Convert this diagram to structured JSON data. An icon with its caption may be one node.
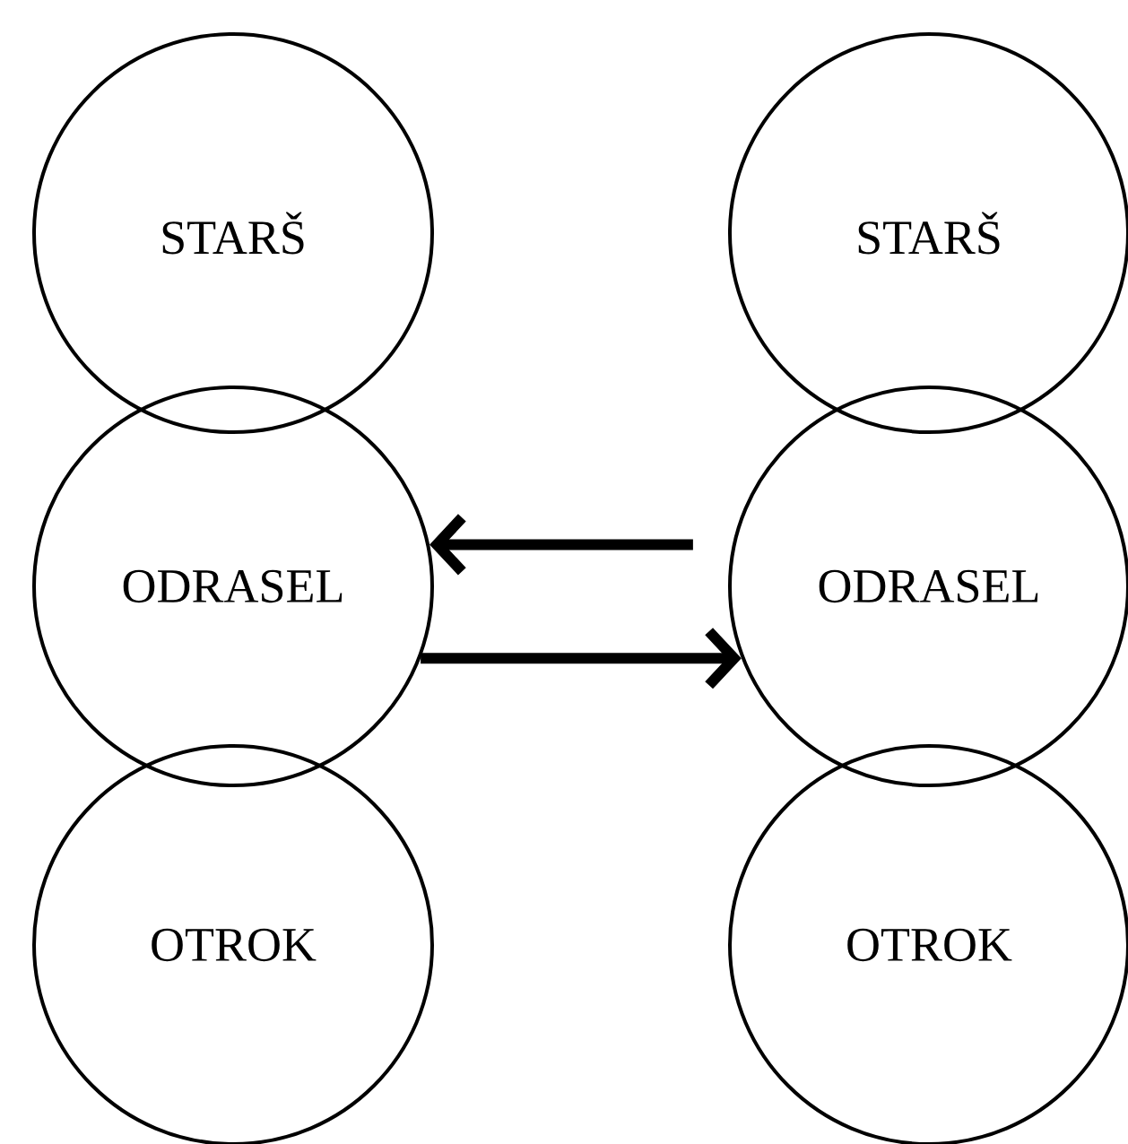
{
  "diagram": {
    "nodes": [
      {
        "text": [
          "STARŠ"
        ]
      },
      {
        "text": [
          "ODRASEL"
        ]
      },
      {
        "text": [
          "OTROK"
        ]
      },
      {
        "text": [
          "STARŠ"
        ]
      },
      {
        "text": [
          "ODRASEL"
        ]
      },
      {
        "text": [
          "OTROK"
        ]
      }
    ],
    "edges": [
      {
        "from": 4,
        "to": 1,
        "arrow": "to"
      },
      {
        "from": 1,
        "to": 4,
        "arrow": "to"
      }
    ]
  }
}
